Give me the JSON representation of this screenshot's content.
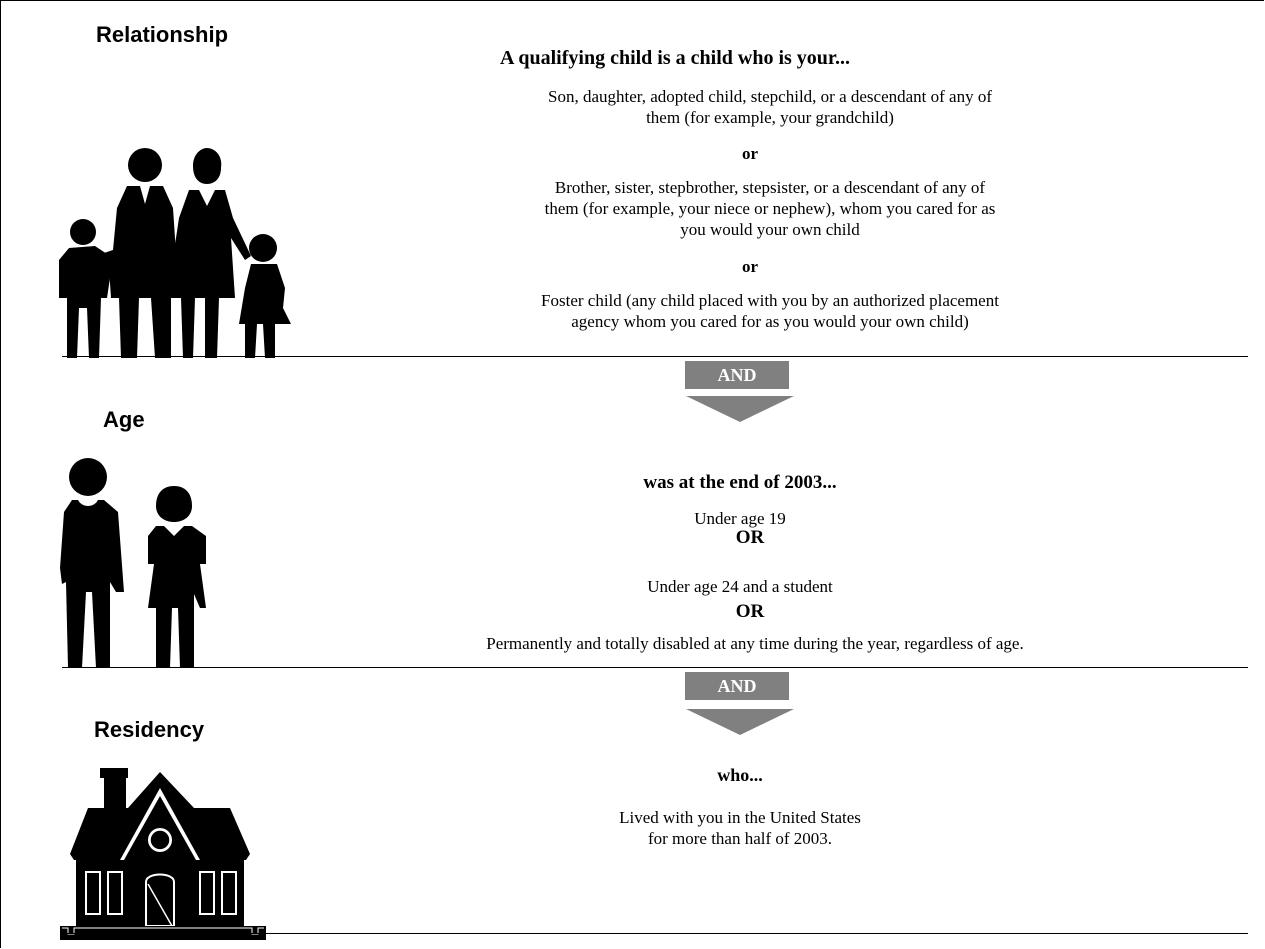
{
  "relationship": {
    "title": "Relationship",
    "heading": "A qualifying child is a child who is your...",
    "item1_line1": "Son, daughter, adopted child, stepchild, or a descendant of any of",
    "item1_line2": "them (for example, your grandchild)",
    "or1": "or",
    "item2_line1": "Brother, sister, stepbrother, stepsister, or a descendant of any of",
    "item2_line2": "them (for example, your niece or nephew), whom you cared for as",
    "item2_line3": "you would your own child",
    "or2": "or",
    "item3_line1": "Foster child (any child placed with you by an authorized placement",
    "item3_line2": "agency whom you cared for as you would your own child)",
    "icon": "family-icon"
  },
  "connector1": {
    "label": "AND"
  },
  "age": {
    "title": "Age",
    "heading": "was at the end of 2003...",
    "item1": "Under age 19",
    "or1": "OR",
    "item2": "Under age 24 and a student",
    "or2": "OR",
    "item3": "Permanently and totally disabled at any time during the year, regardless of age.",
    "icon": "two-people-icon"
  },
  "connector2": {
    "label": "AND"
  },
  "residency": {
    "title": "Residency",
    "heading": "who...",
    "line1": "Lived with you in the United States",
    "line2": "for more than half of 2003.",
    "icon": "house-icon"
  },
  "colors": {
    "connector": "#808080",
    "ink": "#000000"
  }
}
